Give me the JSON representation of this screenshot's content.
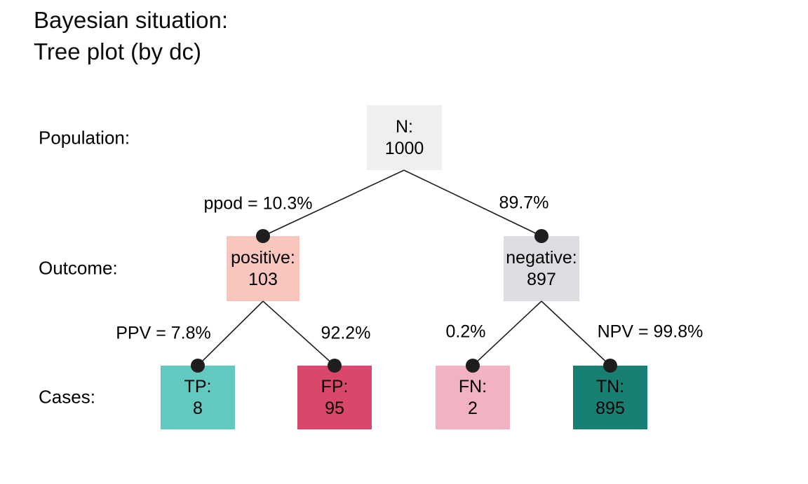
{
  "title": {
    "line1": "Bayesian situation:",
    "line2": "Tree plot (by dc)"
  },
  "row_labels": {
    "population": "Population:",
    "outcome": "Outcome:",
    "cases": "Cases:"
  },
  "nodes": {
    "root": {
      "label": "N:",
      "value": "1000",
      "color": "#efefef"
    },
    "positive": {
      "label": "positive:",
      "value": "103",
      "color": "#f8c6bd"
    },
    "negative": {
      "label": "negative:",
      "value": "897",
      "color": "#dcdde0"
    },
    "tp": {
      "label": "TP:",
      "value": "8",
      "color": "#61c9c0"
    },
    "fp": {
      "label": "FP:",
      "value": "95",
      "color": "#d9486a"
    },
    "fn": {
      "label": "FN:",
      "value": "2",
      "color": "#f1b2c1"
    },
    "tn": {
      "label": "TN:",
      "value": "895",
      "color": "#188073"
    }
  },
  "edge_labels": {
    "ppod": "ppod = 10.3%",
    "neg_pct": "89.7%",
    "ppv": "PPV = 7.8%",
    "fp_pct": "92.2%",
    "fn_pct": "0.2%",
    "npv": "NPV = 99.8%"
  },
  "colors": {
    "edge": "#1e1e1e",
    "edge_dot": "#1e1e1e",
    "background": "#ffffff",
    "text": "#000000"
  },
  "chart_data": {
    "type": "tree",
    "title": "Bayesian situation: Tree plot (by dc)",
    "levels": [
      "Population:",
      "Outcome:",
      "Cases:"
    ],
    "nodes": [
      {
        "id": "N",
        "label": "N:",
        "value": 1000,
        "level": "Population:",
        "children": [
          "positive",
          "negative"
        ]
      },
      {
        "id": "positive",
        "label": "positive:",
        "value": 103,
        "level": "Outcome:",
        "edge_from_parent": "ppod = 10.3%",
        "children": [
          "TP",
          "FP"
        ]
      },
      {
        "id": "negative",
        "label": "negative:",
        "value": 897,
        "level": "Outcome:",
        "edge_from_parent": "89.7%",
        "children": [
          "FN",
          "TN"
        ]
      },
      {
        "id": "TP",
        "label": "TP:",
        "value": 8,
        "level": "Cases:",
        "edge_from_parent": "PPV = 7.8%"
      },
      {
        "id": "FP",
        "label": "FP:",
        "value": 95,
        "level": "Cases:",
        "edge_from_parent": "92.2%"
      },
      {
        "id": "FN",
        "label": "FN:",
        "value": 2,
        "level": "Cases:",
        "edge_from_parent": "0.2%"
      },
      {
        "id": "TN",
        "label": "TN:",
        "value": 895,
        "level": "Cases:",
        "edge_from_parent": "NPV = 99.8%"
      }
    ]
  }
}
